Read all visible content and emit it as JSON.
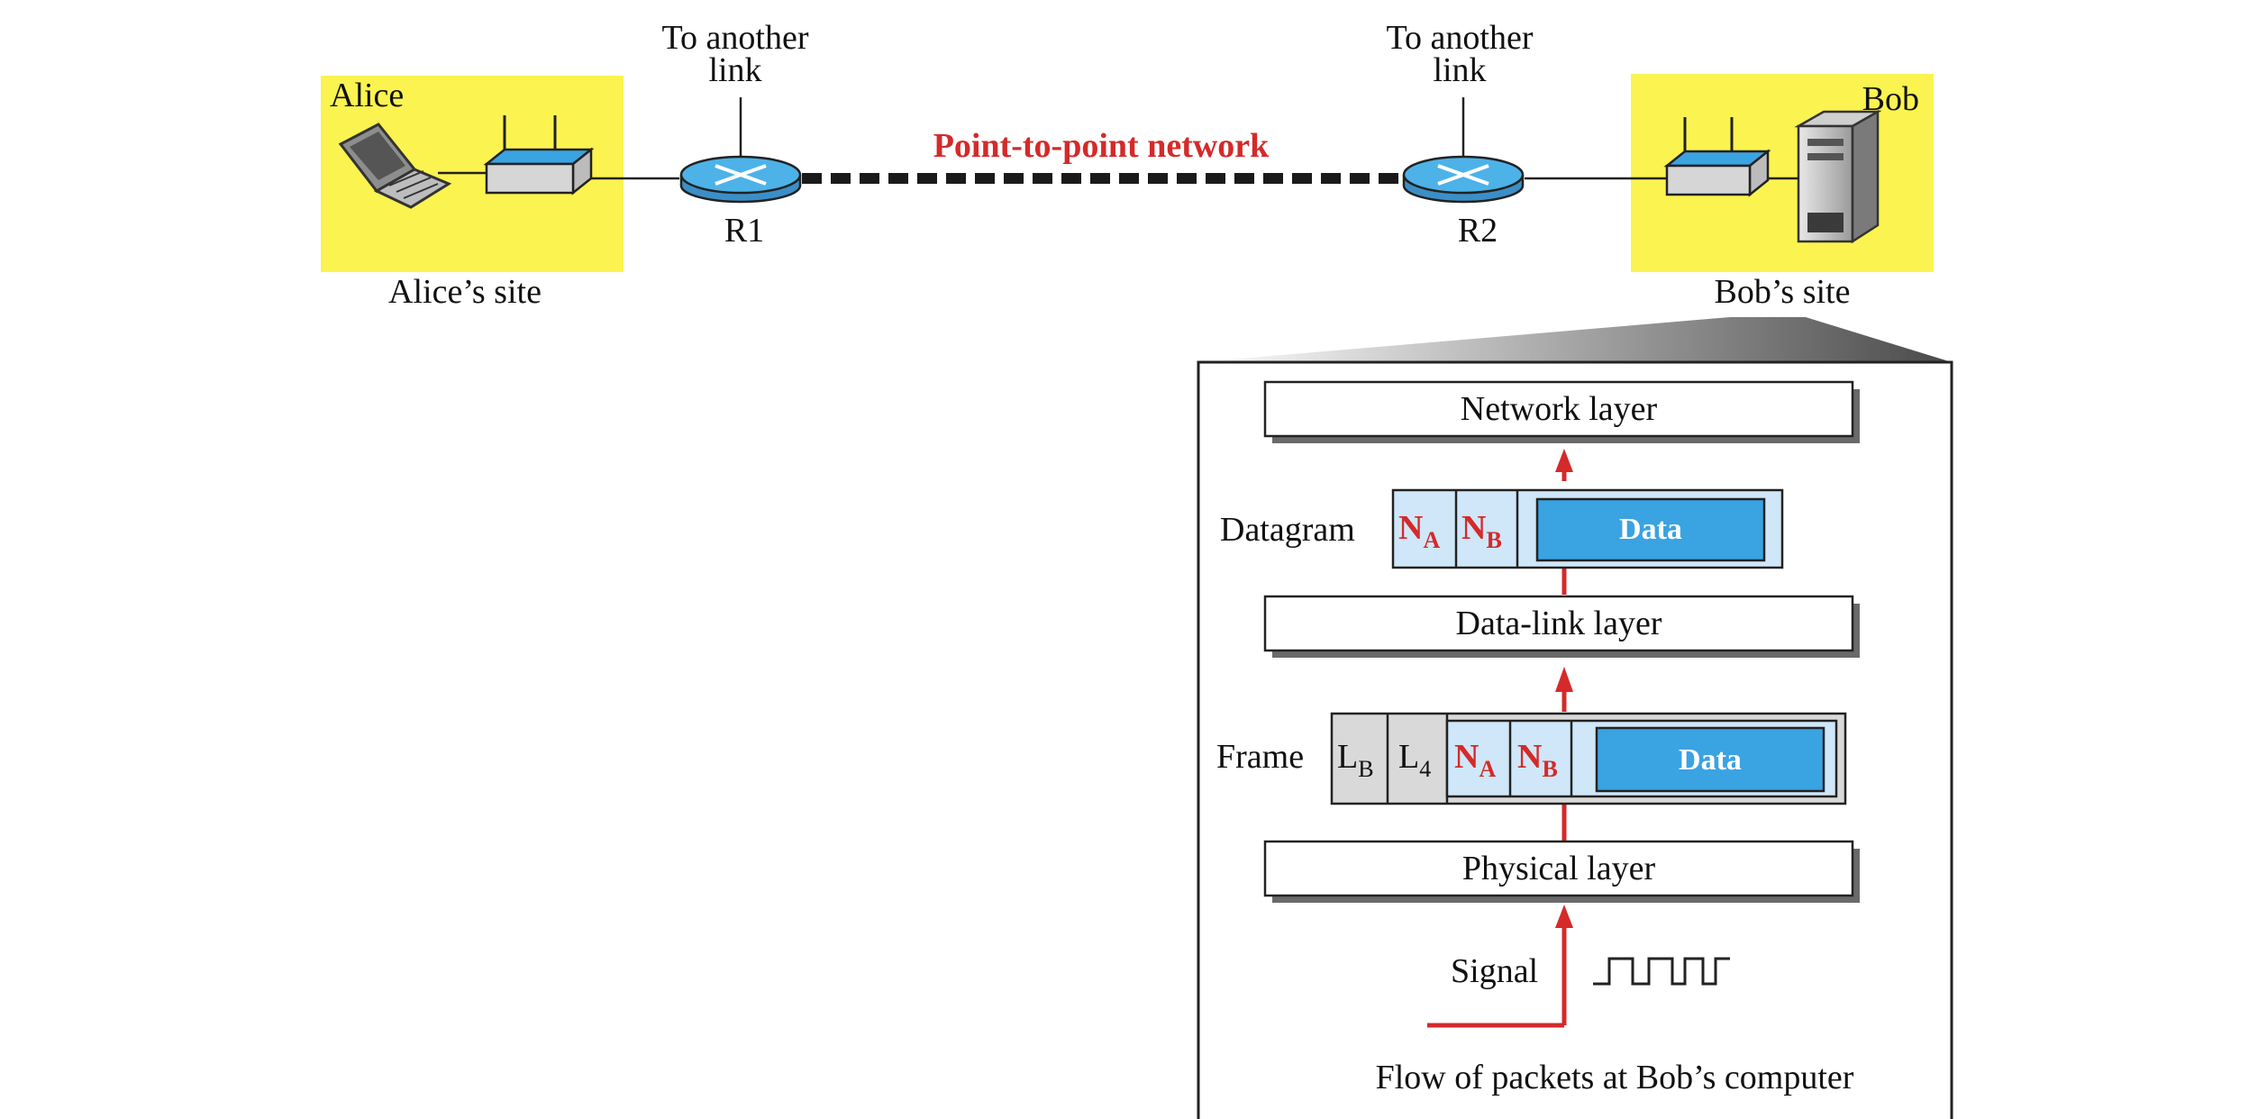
{
  "network": {
    "left_site_user": "Alice",
    "left_site_caption": "Alice’s site",
    "right_site_user": "Bob",
    "right_site_caption": "Bob’s site",
    "router1": "R1",
    "router2": "R2",
    "router1_uplink": [
      "To another",
      "link"
    ],
    "router2_uplink": [
      "To another",
      "link"
    ],
    "network_label": "Point-to-point network"
  },
  "detail": {
    "network_layer": "Network layer",
    "datalink_layer": "Data-link layer",
    "physical_layer": "Physical layer",
    "datagram_label": "Datagram",
    "frame_label": "Frame",
    "signal_label": "Signal",
    "caption": "Flow of packets at Bob’s computer",
    "n_letter": "N",
    "l_letter": "L",
    "sub_a": "A",
    "sub_b": "B",
    "sub_4": "4",
    "data_label": "Data"
  },
  "colors": {
    "site_fill": "#fbf34f",
    "router_fill": "#4db2e8",
    "data_fill": "#3aa3e2",
    "header_fill": "#cfe7f8",
    "frame_header_fill": "#d9d9d9",
    "accent_red": "#d42a2a"
  }
}
